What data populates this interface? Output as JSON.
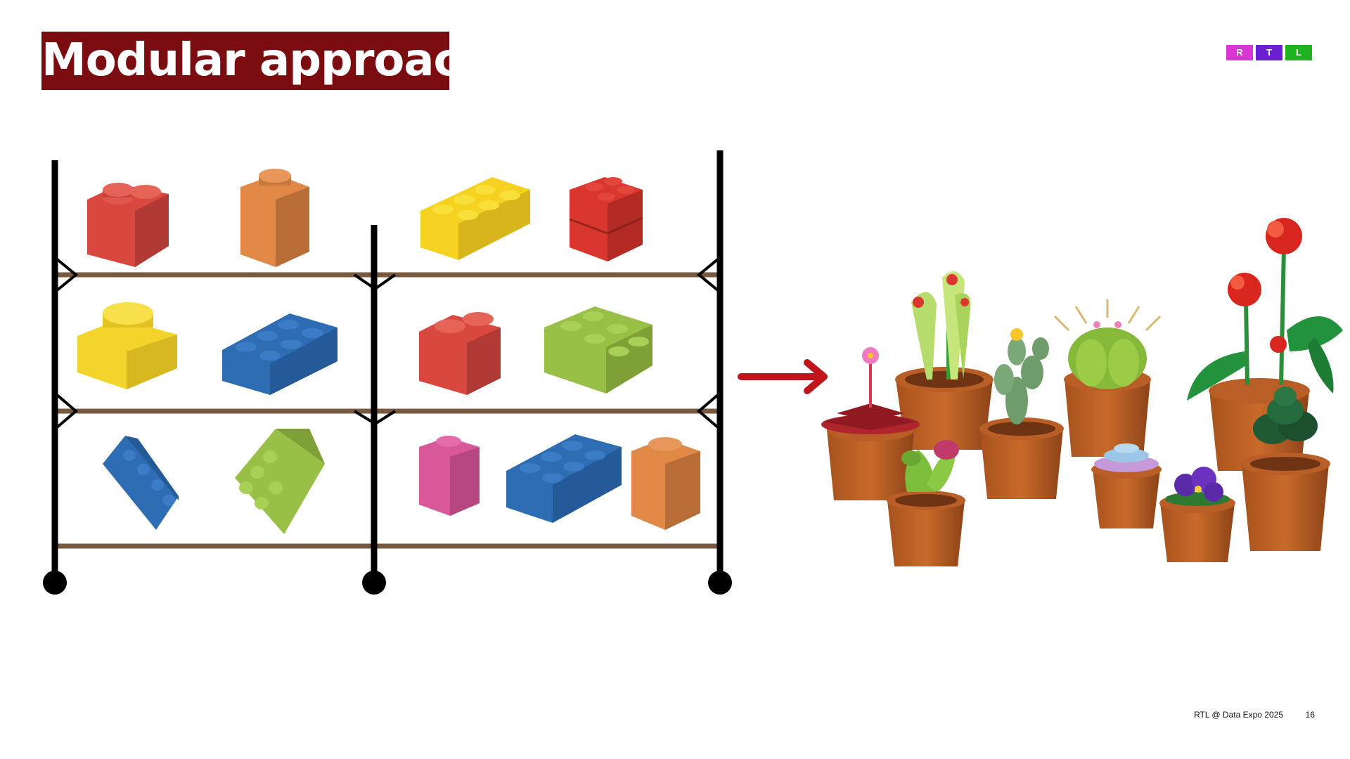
{
  "slide": {
    "title": "Modular approach",
    "logo": {
      "letters": [
        "R",
        "T",
        "L"
      ],
      "colors": [
        "#d934d6",
        "#6a1fd2",
        "#1fb31f"
      ]
    },
    "footer": {
      "text": "RTL @ Data Expo 2025",
      "page_number": "16"
    },
    "colors": {
      "title_bg": "#7b0c0f",
      "arrow": "#c0151b",
      "shelf": "#7a5a3f",
      "rack": "#000000"
    },
    "illustrations": {
      "shelf_bricks": [
        "red-brick",
        "orange-brick",
        "yellow-brick",
        "red-brick",
        "yellow-round-brick",
        "blue-brick",
        "red-brick",
        "green-brick",
        "blue-brick",
        "green-brick",
        "pink-brick",
        "blue-brick",
        "orange-brick"
      ],
      "plants": [
        "pitcher-plant-pot",
        "cactus-pot",
        "round-cactus-pot",
        "red-flower-pot",
        "red-carnivorous-plant-pot",
        "venus-flytrap-pot",
        "succulent-pot",
        "violet-pot",
        "dark-succulent-pot"
      ]
    }
  }
}
